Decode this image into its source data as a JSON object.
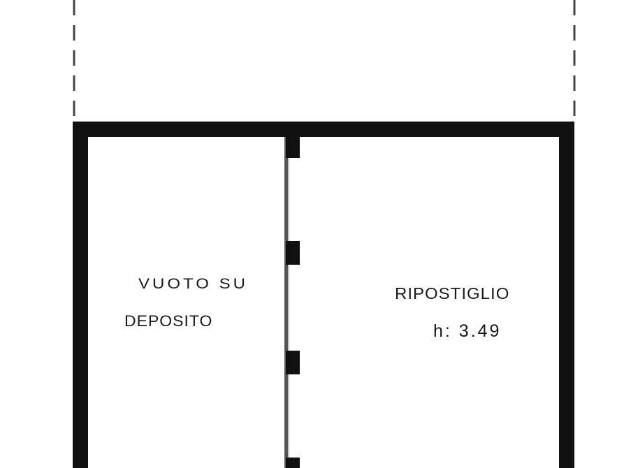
{
  "rooms": {
    "void": {
      "line1": "VUOTO SU",
      "line2": "DEPOSITO"
    },
    "storage": {
      "name": "RIPOSTIGLIO",
      "height": "h: 3.49"
    }
  },
  "colors": {
    "wall": "#111111",
    "partition": "#555555",
    "dashed_outline": "#444444",
    "background": "#ffffff"
  }
}
